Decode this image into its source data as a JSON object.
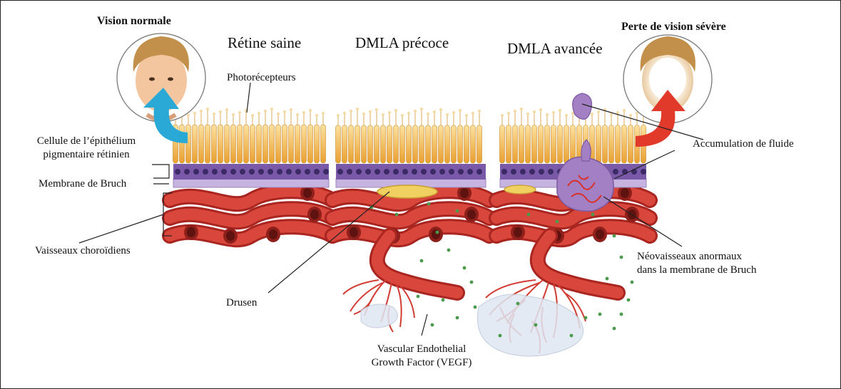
{
  "figure": {
    "faces": {
      "normal": "Vision normale",
      "severe": "Perte de vision sévère"
    },
    "stages": {
      "healthy": "Rétine saine",
      "early": "DMLA précoce",
      "advanced": "DMLA avancée"
    },
    "labels": {
      "photoreceptors": "Photorécepteurs",
      "rpe_line1": "Cellule de l’épithélium",
      "rpe_line2": "pigmentaire rétinien",
      "bruch": "Membrane de Bruch",
      "choroid": "Vaisseaux choroïdiens",
      "drusen": "Drusen",
      "vegf_line1": "Vascular Endothelial",
      "vegf_line2": "Growth Factor (VEGF)",
      "fluid": "Accumulation de fluide",
      "neo_line1": "Néovaisseaux anormaux",
      "neo_line2": "dans la membrane de Bruch"
    },
    "colors": {
      "photoreceptor": "#f2b54a",
      "rpe": "#7a5aa8",
      "bruch": "#c6b3e0",
      "vessel": "#c93a32",
      "drusen": "#f0d060",
      "fluid": "#a37fc4",
      "vegf_dot": "#4c9a4c",
      "arrow_normal": "#2aa9d6",
      "arrow_severe": "#e23a2a"
    }
  }
}
